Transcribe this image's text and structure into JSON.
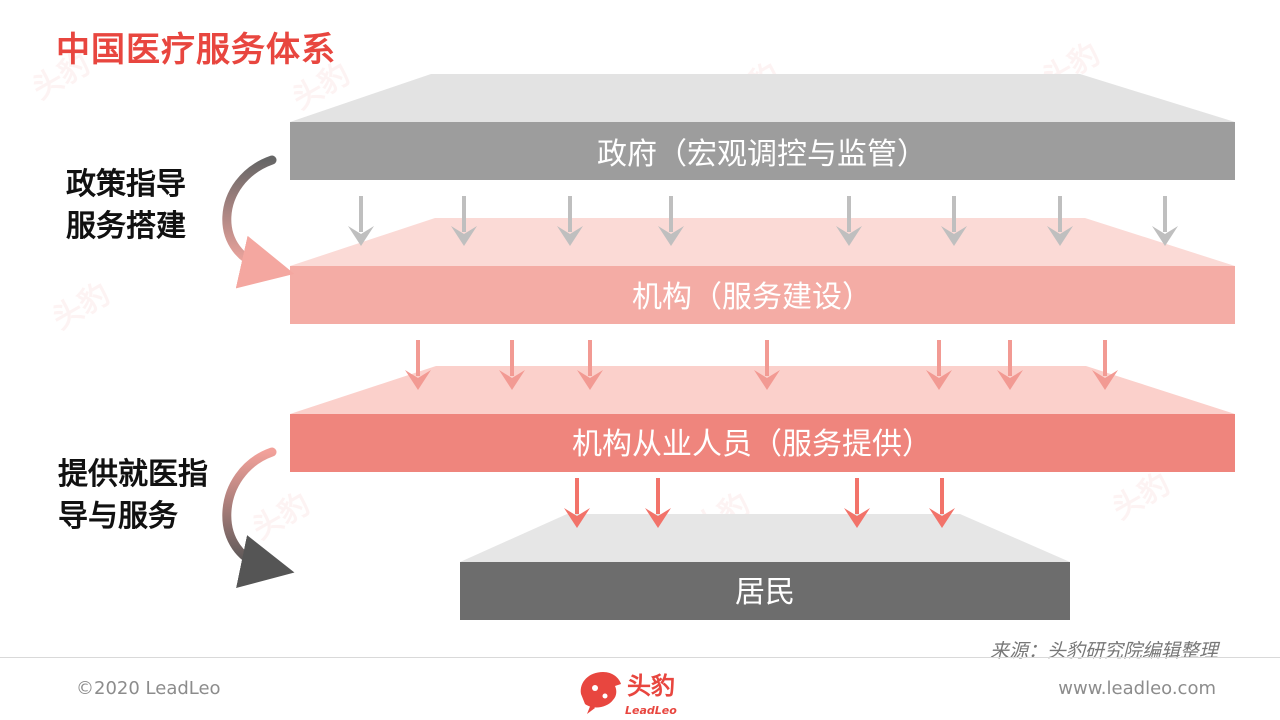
{
  "title": "中国医疗服务体系",
  "layers": [
    {
      "label": "政府（宏观调控与监管）",
      "color": "#9d9d9d",
      "top_color": "#e3e3e3"
    },
    {
      "label": "机构（服务建设）",
      "color": "#f4aca5",
      "top_color": "#fbdad6"
    },
    {
      "label": "机构从业人员（服务提供）",
      "color": "#ef857d",
      "top_color": "#fbd0cb"
    },
    {
      "label": "居民",
      "color": "#6d6d6d",
      "top_color": "#e6e6e6"
    }
  ],
  "side_labels": {
    "top": [
      "政策指导",
      "服务搭建"
    ],
    "bottom": [
      "提供就医指",
      "导与服务"
    ]
  },
  "source": "来源：头豹研究院编辑整理",
  "footer": {
    "copyright": "©2020 LeadLeo",
    "website": "www.leadleo.com",
    "logo_text": "头豹",
    "logo_sub": "LeadLeo"
  },
  "colors": {
    "accent": "#e8463f",
    "arrow_gray": "#bfbfbf",
    "arrow_pink": "#f29a93",
    "arrow_red": "#f2736a"
  },
  "watermark_text": "头豹"
}
